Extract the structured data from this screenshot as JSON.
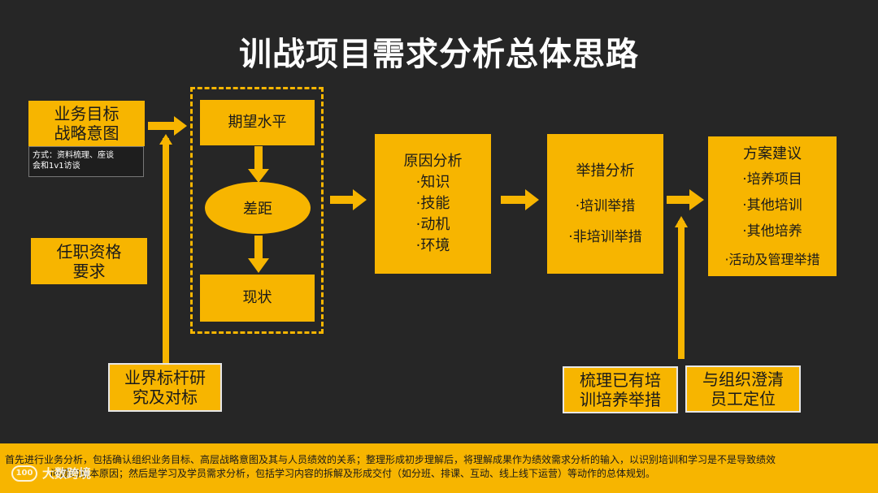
{
  "title": "训战项目需求分析总体思路",
  "business": {
    "line1": "业务目标",
    "line2": "战略意图"
  },
  "method_note": {
    "line1": "方式：资料梳理、座谈",
    "line2": "会和1v1访谈"
  },
  "job_req": {
    "line1": "任职资格",
    "line2": "要求"
  },
  "benchmark": {
    "line1": "业界标杆研",
    "line2": "究及对标"
  },
  "expect": "期望水平",
  "gap": "差距",
  "current": "现状",
  "cause": {
    "title": "原因分析",
    "items": [
      "·知识",
      "·技能",
      "·动机",
      "·环境"
    ]
  },
  "measure": {
    "title": "举措分析",
    "items": [
      "·培训举措",
      "·非培训举措"
    ]
  },
  "plan": {
    "title": "方案建议",
    "items": [
      "·培养项目",
      "·其他培训",
      "·其他培养",
      "·活动及管理举措"
    ]
  },
  "existing": {
    "line1": "梳理已有培",
    "line2": "训培养举措"
  },
  "org": {
    "line1": "与组织澄清",
    "line2": "员工定位"
  },
  "footer": {
    "line1": "首先进行业务分析，包括确认组织业务目标、高层战略意图及其与人员绩效的关系；整理形成初步理解后，将理解成果作为绩效需求分析的输入，以识别培训和学习是不是导致绩效",
    "line2": "问题的根本原因；然后是学习及学员需求分析，包括学习内容的拆解及形成交付（如分班、排课、互动、线上线下运营）等动作的总体规划。"
  },
  "watermark": {
    "mark": "100",
    "text": "大数跨境"
  },
  "colors": {
    "accent": "#f7b500",
    "background": "#262626",
    "text_dark": "#1a1a1a"
  }
}
